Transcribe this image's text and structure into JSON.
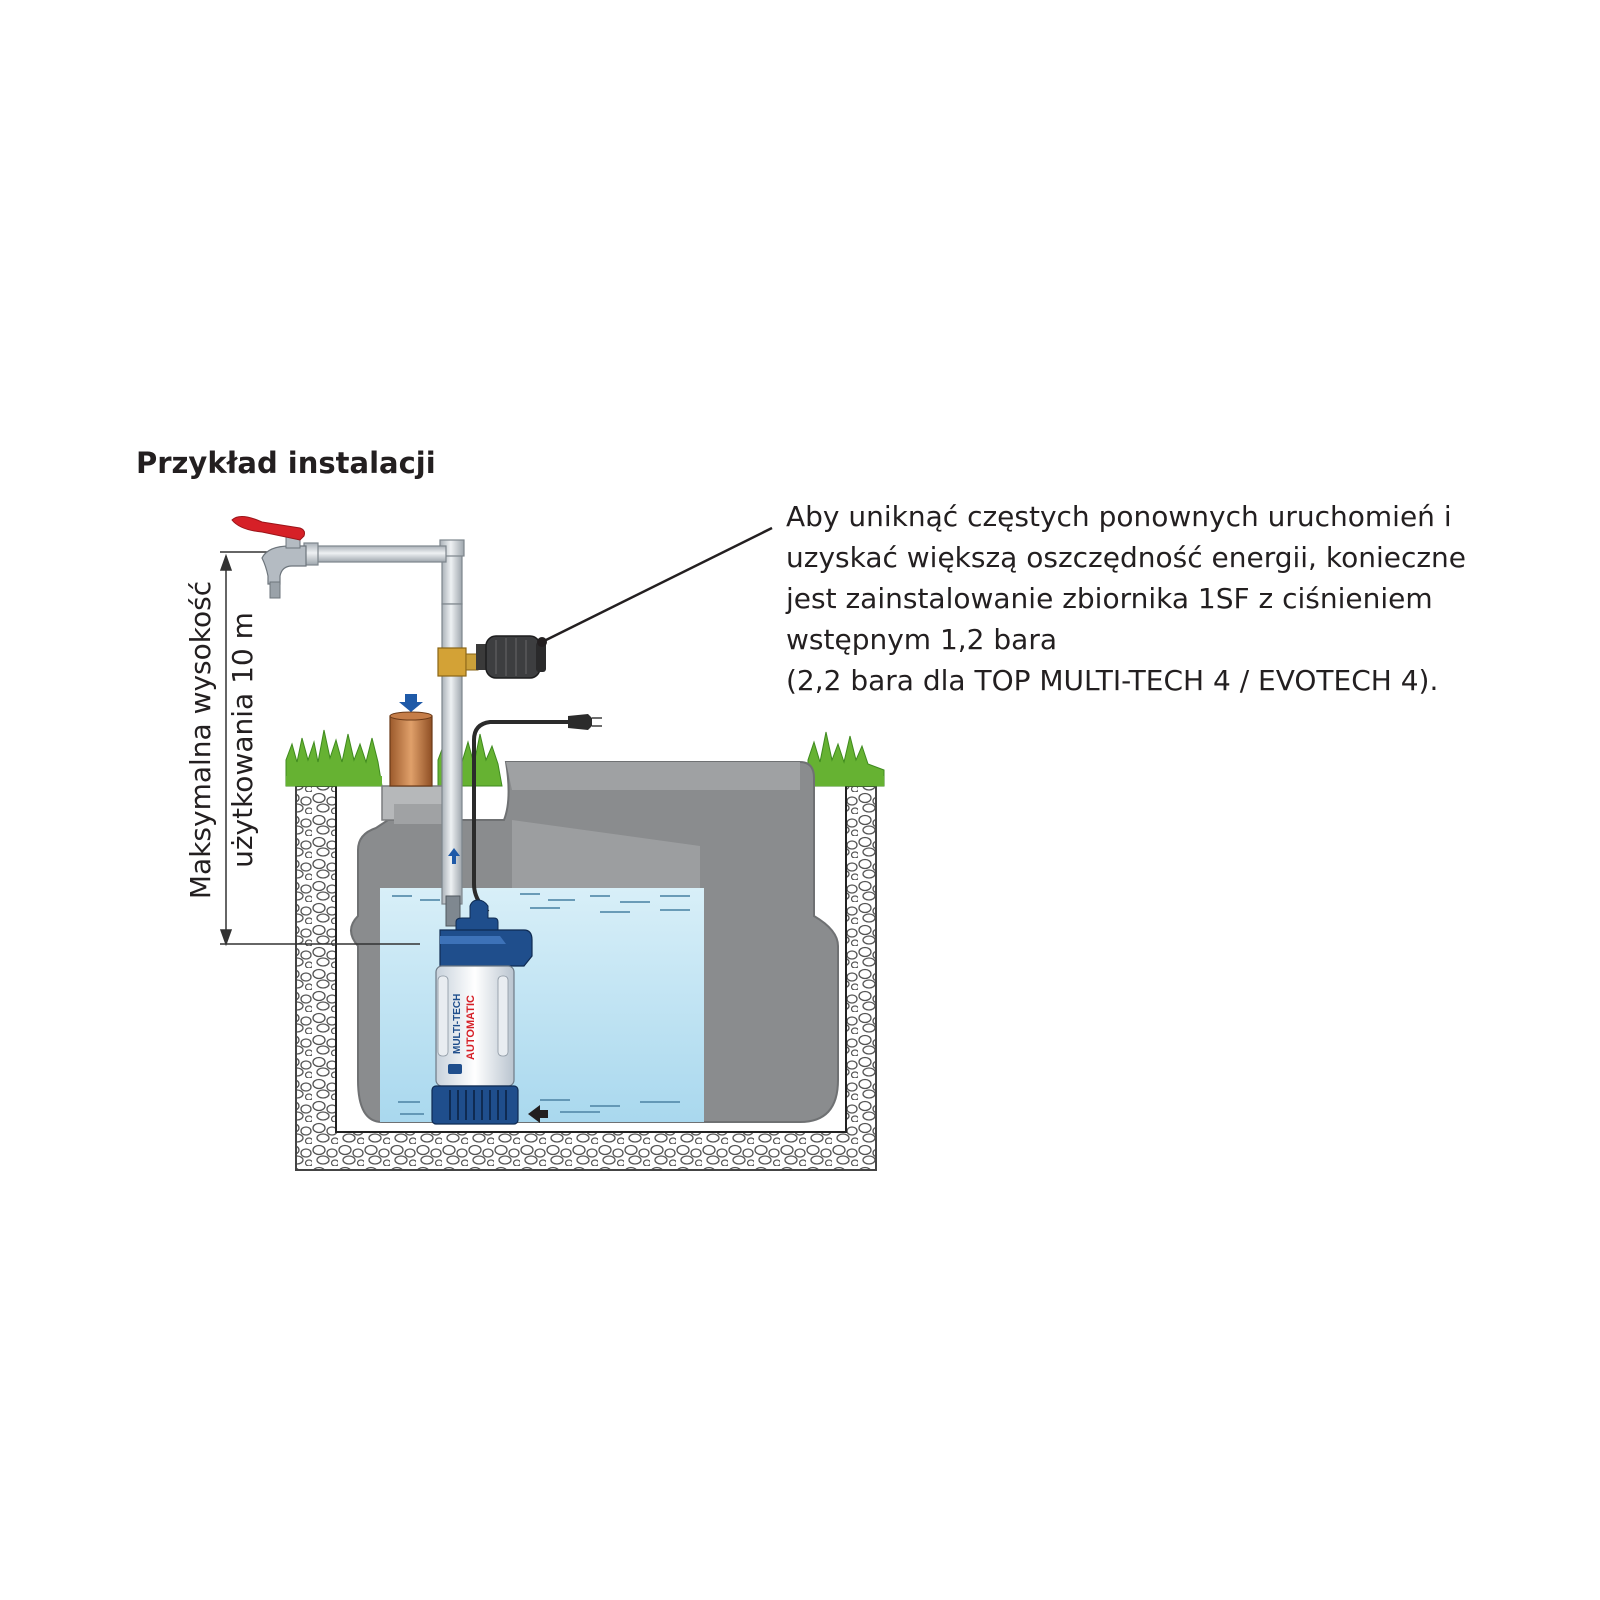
{
  "title": "Przykład instalacji",
  "height_label": {
    "line1": "Maksymalna wysokość",
    "line2": "użytkowania 10 m"
  },
  "note_lines": [
    "Aby uniknąć częstych ponownych uruchomień i",
    "uzyskać większą oszczędność energii, konieczne",
    "jest zainstalowanie zbiornika 1SF z ciśnieniem",
    "wstępnym 1,2 bara",
    "(2,2 bara dla TOP MULTI-TECH 4 / EVOTECH 4)."
  ],
  "pump_label": {
    "line1": "MULTI-TECH",
    "line2": "AUTOMATIC"
  },
  "colors": {
    "water": "#bfe4f3",
    "tank": "#8a8c8e",
    "grass": "#66b232",
    "pump_blue": "#1f4e8c",
    "faucet_red": "#d62027",
    "pipe": "#c9ced3",
    "text": "#231f20"
  }
}
